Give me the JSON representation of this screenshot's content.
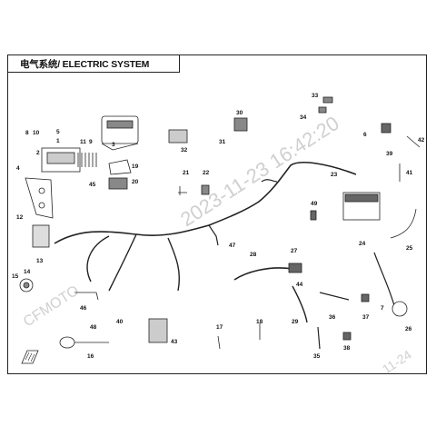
{
  "title": "电气系统/ ELECTRIC SYSTEM",
  "watermark": "2023-11-23 16:42:20",
  "watermark_left": "CFMOTO",
  "watermark_right": "11-24",
  "callouts": [
    "1",
    "2",
    "3",
    "4",
    "5",
    "6",
    "7",
    "8",
    "9",
    "10",
    "11",
    "12",
    "13",
    "14",
    "15",
    "16",
    "17",
    "18",
    "19",
    "20",
    "21",
    "22",
    "23",
    "24",
    "25",
    "26",
    "27",
    "28",
    "29",
    "30",
    "31",
    "32",
    "33",
    "34",
    "35",
    "36",
    "37",
    "38",
    "39",
    "40",
    "41",
    "42",
    "43",
    "44",
    "45",
    "46",
    "47",
    "48",
    "49"
  ]
}
